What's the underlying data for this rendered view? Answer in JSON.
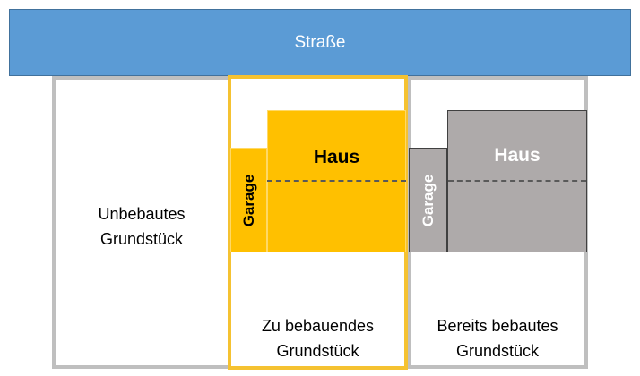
{
  "street": {
    "label": "Straße"
  },
  "lots": {
    "left": {
      "label_line1": "Unbebautes",
      "label_line2": "Grundstück"
    },
    "middle": {
      "label_line1": "Zu bebauendes",
      "label_line2": "Grundstück",
      "garage": "Garage",
      "house": "Haus"
    },
    "right": {
      "label_line1": "Bereits bebautes",
      "label_line2": "Grundstück",
      "garage": "Garage",
      "house": "Haus"
    }
  },
  "colors": {
    "street": "#5b9bd5",
    "planned": "#ffc000",
    "existing": "#aeaaaa",
    "lot_border": "#bfbfbf"
  }
}
